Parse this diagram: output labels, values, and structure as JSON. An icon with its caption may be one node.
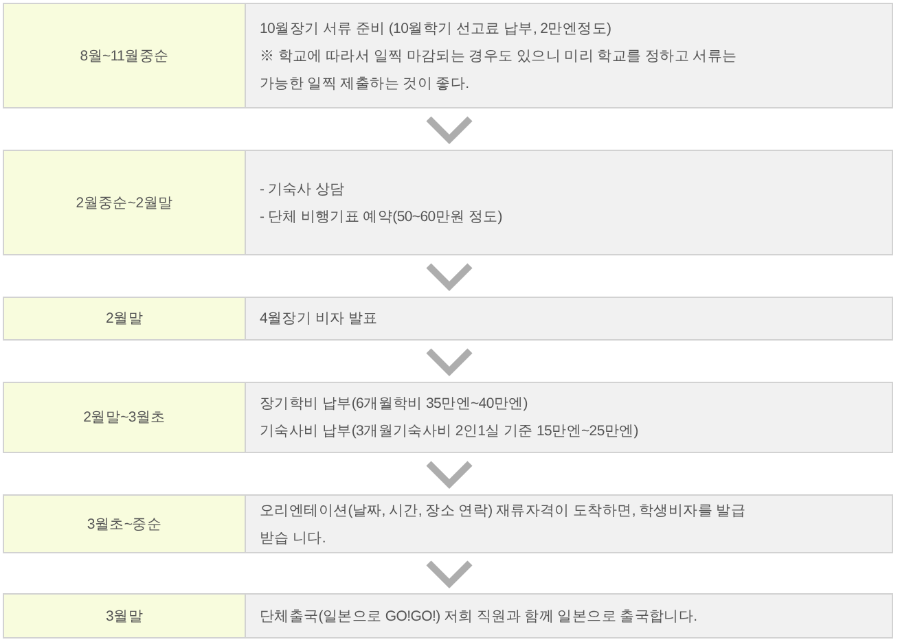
{
  "diagram": {
    "nodes": [
      {
        "text": [
          "8월~11월중순",
          "10월장기 서류 준비 (10월학기 선고료 납부, 2만엔정도)",
          "※ 학교에 따라서 일찍 마감되는 경우도 있으니 미리 학교를 정하고 서류는 가능한 일찍 제출하는 것이 좋다."
        ]
      },
      {
        "text": [
          "2월중순~2월말",
          "- 기숙사 상담",
          "- 단체 비행기표 예약(50~60만원 정도)"
        ]
      },
      {
        "text": [
          "2월말",
          "4월장기 비자 발표"
        ]
      },
      {
        "text": [
          "2월말~3월초",
          "장기학비 납부(6개월학비 35만엔~40만엔)",
          "기숙사비 납부(3개월기숙사비 2인1실 기준 15만엔~25만엔)"
        ]
      },
      {
        "text": [
          "3월초~중순",
          "오리엔테이션(날짜, 시간, 장소 연락) 재류자격이 도착하면, 학생비자를 발급 받습 니다."
        ]
      },
      {
        "text": [
          "3월말",
          "단체출국(일본으로 GO!GO!) 저희 직원과 함께 일본으로 출국합니다."
        ]
      }
    ],
    "edges": [
      {
        "from": 0,
        "to": 1,
        "arrow": "to"
      },
      {
        "from": 1,
        "to": 2,
        "arrow": "to"
      },
      {
        "from": 2,
        "to": 3,
        "arrow": "to"
      },
      {
        "from": 3,
        "to": 4,
        "arrow": "to"
      },
      {
        "from": 4,
        "to": 5,
        "arrow": "to"
      }
    ]
  }
}
